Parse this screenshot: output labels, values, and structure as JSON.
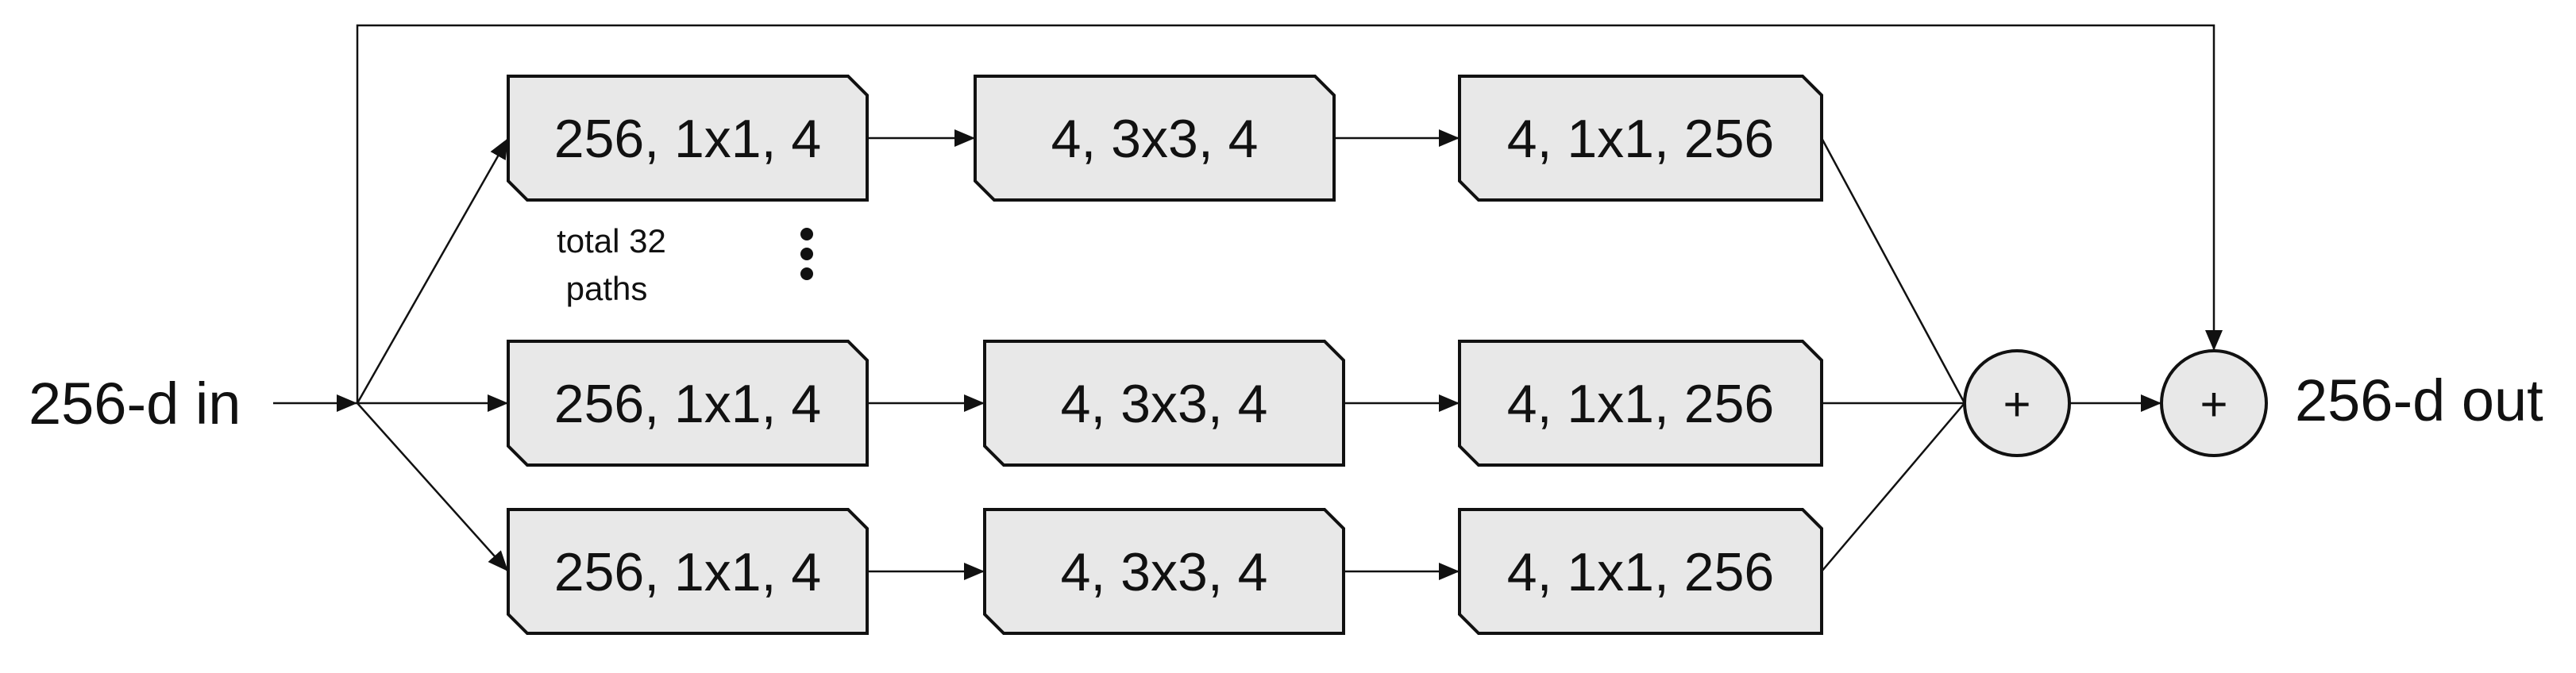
{
  "diagram": {
    "input_label": "256-d in",
    "output_label": "256-d out",
    "note_line1": "total 32",
    "note_line2": "paths",
    "plus_symbol": "+",
    "rows": [
      {
        "layers": [
          "256, 1x1, 4",
          "4, 3x3, 4",
          "4, 1x1, 256"
        ]
      },
      {
        "layers": [
          "256, 1x1, 4",
          "4, 3x3, 4",
          "4, 1x1, 256"
        ]
      },
      {
        "layers": [
          "256, 1x1, 4",
          "4, 3x3, 4",
          "4, 1x1, 256"
        ]
      }
    ],
    "colors": {
      "box_fill": "#e8e8e8",
      "node_fill": "#e8e8e8",
      "stroke": "#111111"
    }
  }
}
